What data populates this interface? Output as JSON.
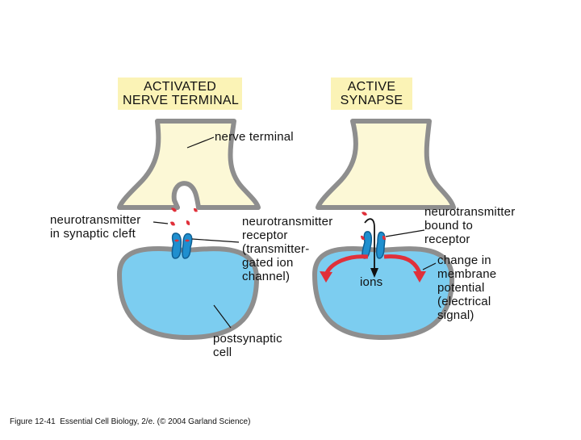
{
  "panels": {
    "left_title": "ACTIVATED\nNERVE TERMINAL",
    "right_title": "ACTIVE\nSYNAPSE"
  },
  "labels": {
    "nerve_terminal": "nerve terminal",
    "neurotransmitter_cleft": "neurotransmitter\nin synaptic cleft",
    "receptor": "neurotransmitter\nreceptor\n(transmitter-\ngated ion\nchannel)",
    "postsynaptic_cell": "postsynaptic\ncell",
    "bound_receptor": "neurotransmitter\nbound to\nreceptor",
    "ions": "ions",
    "membrane_potential": "change in\nmembrane\npotential\n(electrical\nsignal)"
  },
  "caption": "Figure 12-41  Essential Cell Biology, 2/e. (© 2004 Garland Science)",
  "colors": {
    "terminal_fill": "#fcf8d6",
    "membrane": "#8e8e8e",
    "cell_fill": "#7ccdf0",
    "receptor": "#1f8fcf",
    "neurotransmitter": "#e0303a",
    "title_bg": "#fbf3b6"
  }
}
